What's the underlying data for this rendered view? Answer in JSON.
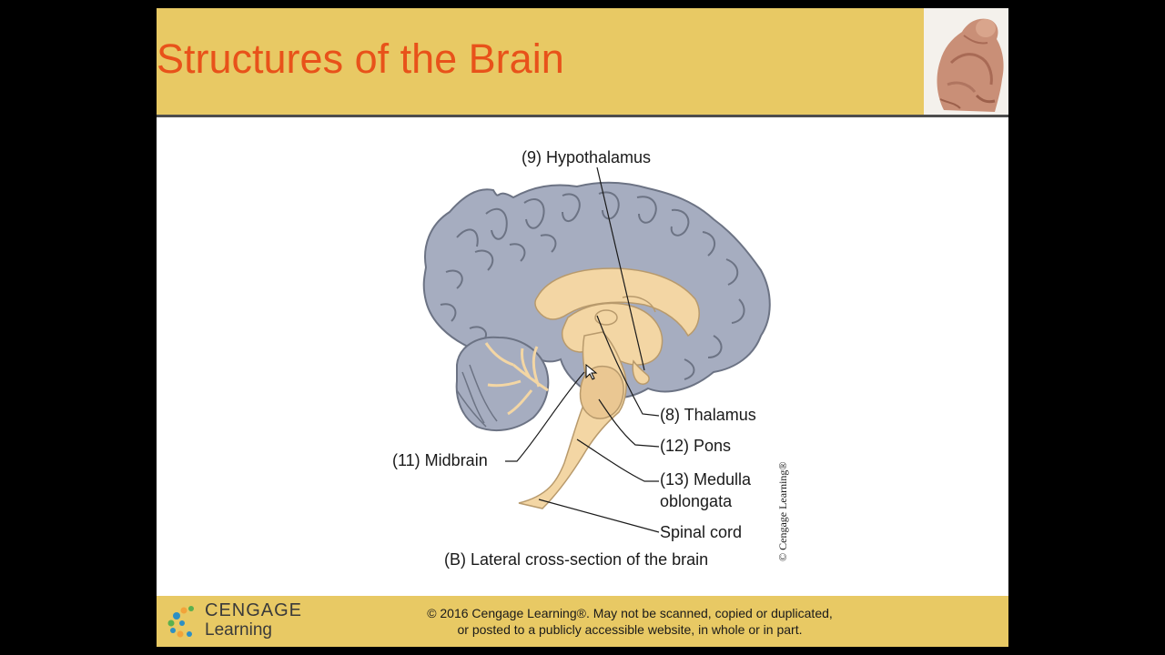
{
  "slide": {
    "title": "Structures of the Brain"
  },
  "diagram": {
    "labels": {
      "hypothalamus": "(9) Hypothalamus",
      "thalamus": "(8) Thalamus",
      "pons": "(12) Pons",
      "midbrain": "(11) Midbrain",
      "medulla_line1": "(13) Medulla",
      "medulla_line2": "oblongata",
      "spinal_cord": "Spinal cord"
    },
    "caption": "(B)  Lateral cross-section of the brain",
    "credit": "© Cengage Learning®"
  },
  "footer": {
    "brand_top": "CENGAGE",
    "brand_bottom": "Learning",
    "copyright_line1": "© 2016 Cengage Learning®. May not be scanned, copied or duplicated,",
    "copyright_line2": "or posted to a publicly accessible website, in whole or in part."
  },
  "colors": {
    "title_band": "#e8c964",
    "title_text": "#e8521a",
    "cortex": "#a6adc0",
    "deep_structures": "#f3d6a4",
    "footer_band": "#e8c964"
  },
  "icons": {
    "corner_photo": "anatomical-muscle-figure-image",
    "logo": "cengage-logo-icon",
    "cursor": "mouse-pointer-icon"
  }
}
